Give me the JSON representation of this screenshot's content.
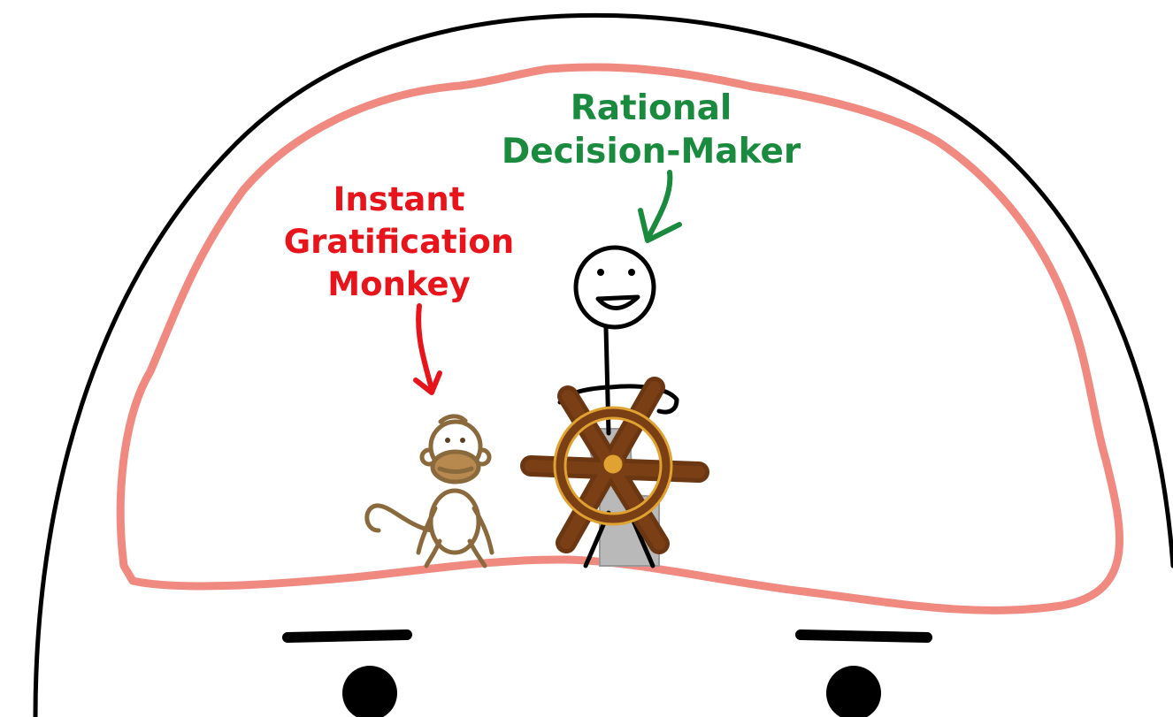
{
  "labels": {
    "monkey_line1": "Instant",
    "monkey_line2": "Gratification",
    "monkey_line3": "Monkey",
    "rdm_line1": "Rational",
    "rdm_line2": "Decision-Maker"
  },
  "colors": {
    "monkey_label": "#e8141b",
    "rdm_label": "#1a8a3e",
    "brain_outline": "#f08a80",
    "head_outline": "#000000",
    "monkey": "#8a6a3c",
    "wheel": "#7a3f14",
    "wheel_rim": "#e0a230",
    "pedestal": "#b9b9b9"
  },
  "icons": [
    "head-outline",
    "brain-region",
    "monkey-icon",
    "stick-figure-icon",
    "ship-wheel-icon",
    "arrow-icon"
  ]
}
